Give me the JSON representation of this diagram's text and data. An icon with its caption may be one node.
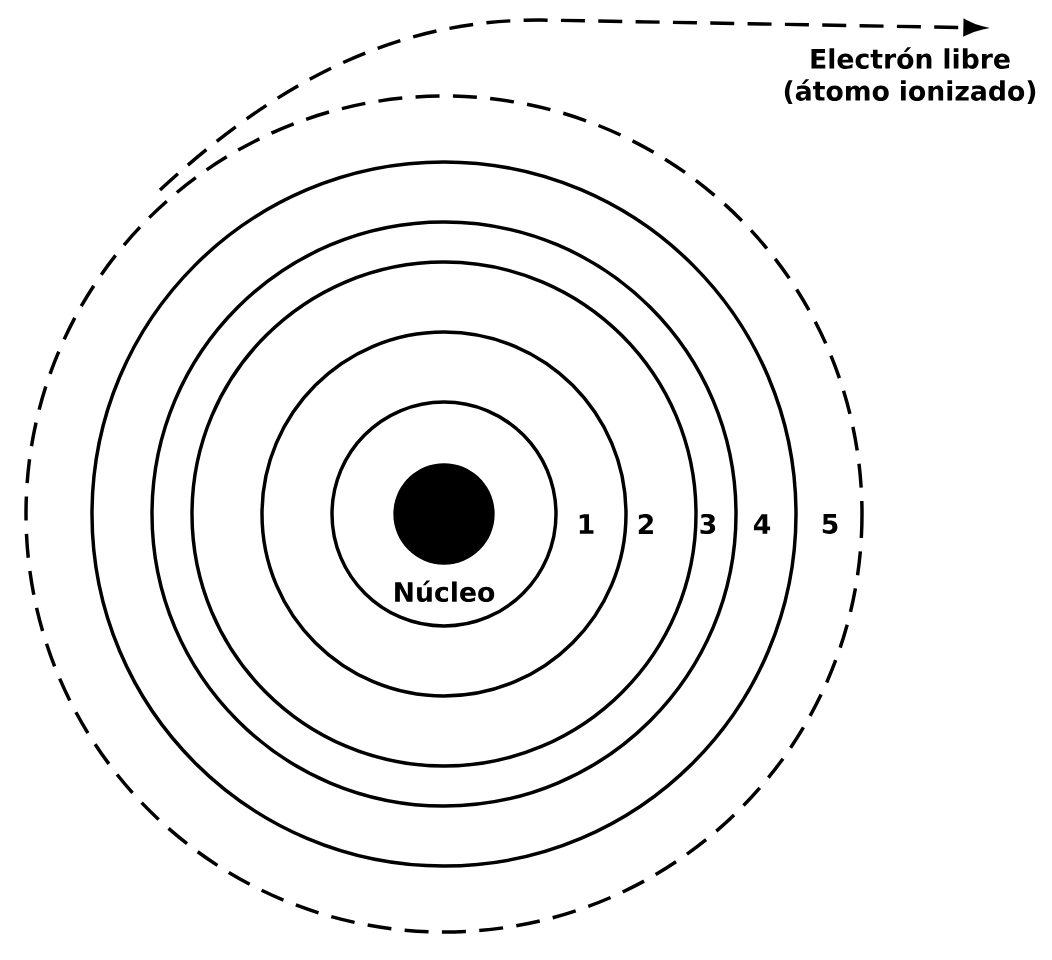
{
  "diagram": {
    "nodes": [
      {
        "text": [],
        "shape": "circle",
        "beside": [
          "Núcleo"
        ]
      },
      {
        "text": [
          "Electrón libre (átomo ionizado)"
        ]
      }
    ],
    "edges": [
      {
        "from": null,
        "to": 1,
        "arrow": "to",
        "style": "dashed"
      }
    ],
    "labels": [
      "1",
      "2",
      "3",
      "4",
      "5"
    ]
  }
}
